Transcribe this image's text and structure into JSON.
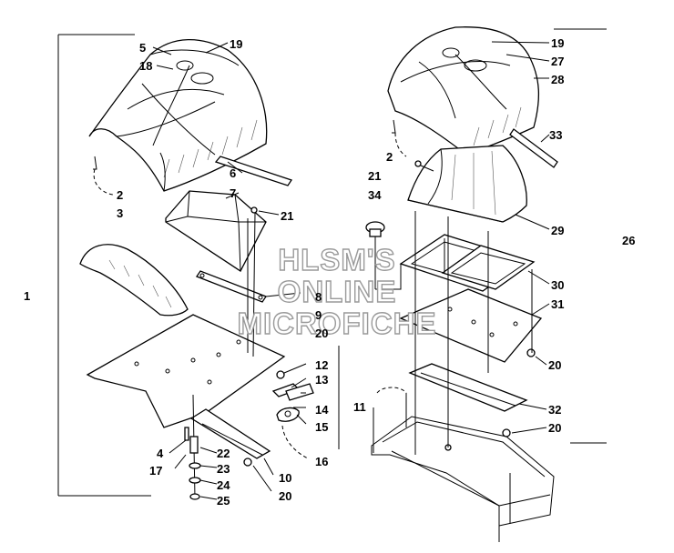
{
  "watermark": {
    "line1": "HLSM'S",
    "line2": "ONLINE",
    "line3": "MICROFICHE"
  },
  "callouts": [
    {
      "id": "c1",
      "text": "1"
    },
    {
      "id": "c2a",
      "text": "2"
    },
    {
      "id": "c2b",
      "text": "2"
    },
    {
      "id": "c3",
      "text": "3"
    },
    {
      "id": "c4",
      "text": "4"
    },
    {
      "id": "c5",
      "text": "5"
    },
    {
      "id": "c6",
      "text": "6"
    },
    {
      "id": "c7",
      "text": "7"
    },
    {
      "id": "c8",
      "text": "8"
    },
    {
      "id": "c9",
      "text": "9"
    },
    {
      "id": "c10",
      "text": "10"
    },
    {
      "id": "c11",
      "text": "11"
    },
    {
      "id": "c12",
      "text": "12"
    },
    {
      "id": "c13",
      "text": "13"
    },
    {
      "id": "c14",
      "text": "14"
    },
    {
      "id": "c15",
      "text": "15"
    },
    {
      "id": "c16",
      "text": "16"
    },
    {
      "id": "c17",
      "text": "17"
    },
    {
      "id": "c18",
      "text": "18"
    },
    {
      "id": "c19a",
      "text": "19"
    },
    {
      "id": "c19b",
      "text": "19"
    },
    {
      "id": "c20a",
      "text": "20"
    },
    {
      "id": "c20b",
      "text": "20"
    },
    {
      "id": "c20c",
      "text": "20"
    },
    {
      "id": "c20d",
      "text": "20"
    },
    {
      "id": "c21a",
      "text": "21"
    },
    {
      "id": "c21b",
      "text": "21"
    },
    {
      "id": "c22",
      "text": "22"
    },
    {
      "id": "c23",
      "text": "23"
    },
    {
      "id": "c24",
      "text": "24"
    },
    {
      "id": "c25",
      "text": "25"
    },
    {
      "id": "c26",
      "text": "26"
    },
    {
      "id": "c27",
      "text": "27"
    },
    {
      "id": "c28",
      "text": "28"
    },
    {
      "id": "c29",
      "text": "29"
    },
    {
      "id": "c30",
      "text": "30"
    },
    {
      "id": "c31",
      "text": "31"
    },
    {
      "id": "c32",
      "text": "32"
    },
    {
      "id": "c33",
      "text": "33"
    },
    {
      "id": "c34",
      "text": "34"
    }
  ]
}
